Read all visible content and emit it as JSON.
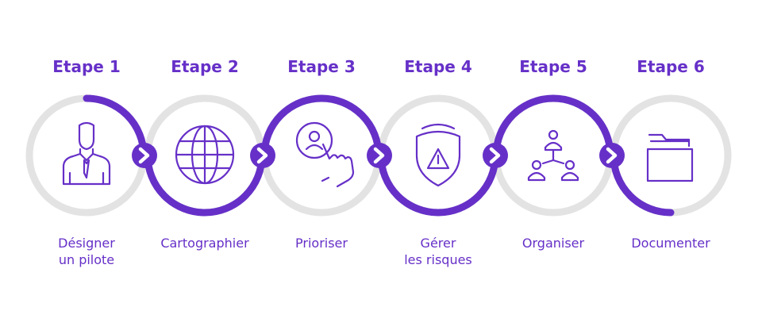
{
  "steps": [
    {
      "title": "Etape 1",
      "label_lines": [
        "Désigner",
        "un pilote"
      ],
      "icon": "person-tie-icon"
    },
    {
      "title": "Etape 2",
      "label_lines": [
        "Cartographier"
      ],
      "icon": "globe-icon"
    },
    {
      "title": "Etape 3",
      "label_lines": [
        "Prioriser"
      ],
      "icon": "hand-touch-user-icon"
    },
    {
      "title": "Etape 4",
      "label_lines": [
        "Gérer",
        "les risques"
      ],
      "icon": "shield-warning-icon"
    },
    {
      "title": "Etape 5",
      "label_lines": [
        "Organiser"
      ],
      "icon": "org-network-icon"
    },
    {
      "title": "Etape 6",
      "label_lines": [
        "Documenter"
      ],
      "icon": "folder-icon"
    }
  ],
  "colors": {
    "accent": "#6630c8",
    "ring_gray": "#e3e3e3",
    "arrow_bg": "#6630c8",
    "arrow_fg": "#ffffff"
  }
}
